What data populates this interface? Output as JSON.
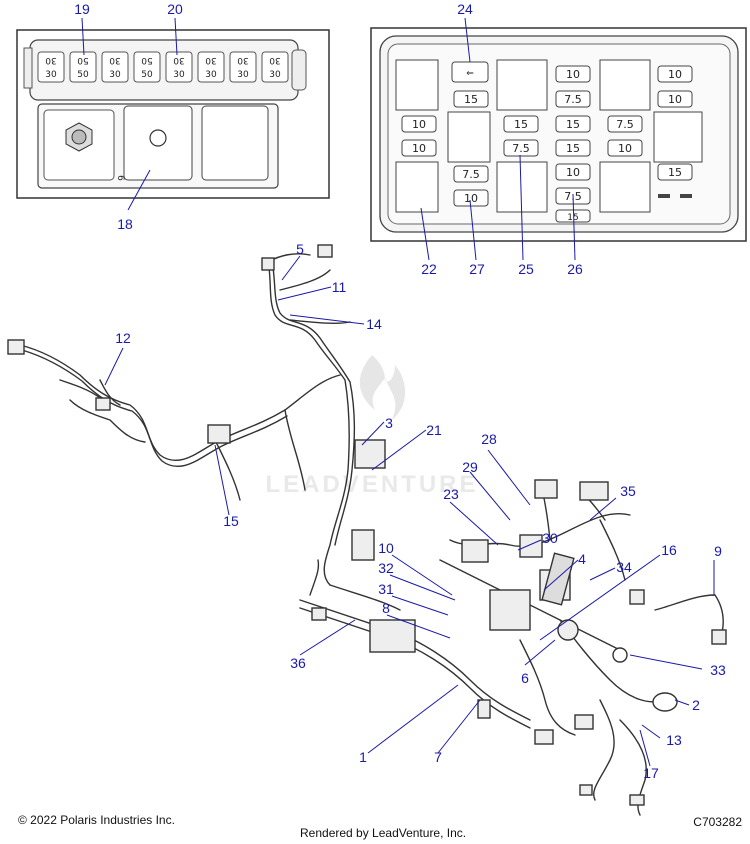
{
  "callouts": [
    "1",
    "2",
    "3",
    "4",
    "5",
    "6",
    "7",
    "8",
    "9",
    "10",
    "11",
    "12",
    "13",
    "14",
    "15",
    "16",
    "17",
    "18",
    "19",
    "20",
    "21",
    "22",
    "23",
    "24",
    "25",
    "26",
    "27",
    "28",
    "29",
    "30",
    "31",
    "32",
    "33",
    "34",
    "35",
    "36"
  ],
  "left_inset": {
    "top_row": [
      "30",
      "50",
      "30",
      "50",
      "30",
      "30",
      "30",
      "30"
    ],
    "bottom_row": [
      "30",
      "50",
      "30",
      "50",
      "30",
      "30",
      "30",
      "30"
    ],
    "small_mark": "6"
  },
  "right_inset": {
    "col_a": [
      "10",
      "10"
    ],
    "col_b": [
      "15"
    ],
    "col_c": [
      "7.5",
      "10"
    ],
    "col_d": [
      "15",
      "7.5"
    ],
    "col_e": [
      "10",
      "7.5",
      "15",
      "15",
      "10",
      "7.5",
      "15"
    ],
    "col_f": [
      "7.5",
      "10"
    ],
    "col_g": [
      "10",
      "10",
      "15"
    ]
  },
  "watermark": "LEADVENTURE",
  "footer": {
    "copyright": "© 2022 Polaris Industries Inc.",
    "rendered_by": "Rendered by LeadVenture, Inc.",
    "code": "C703282"
  }
}
